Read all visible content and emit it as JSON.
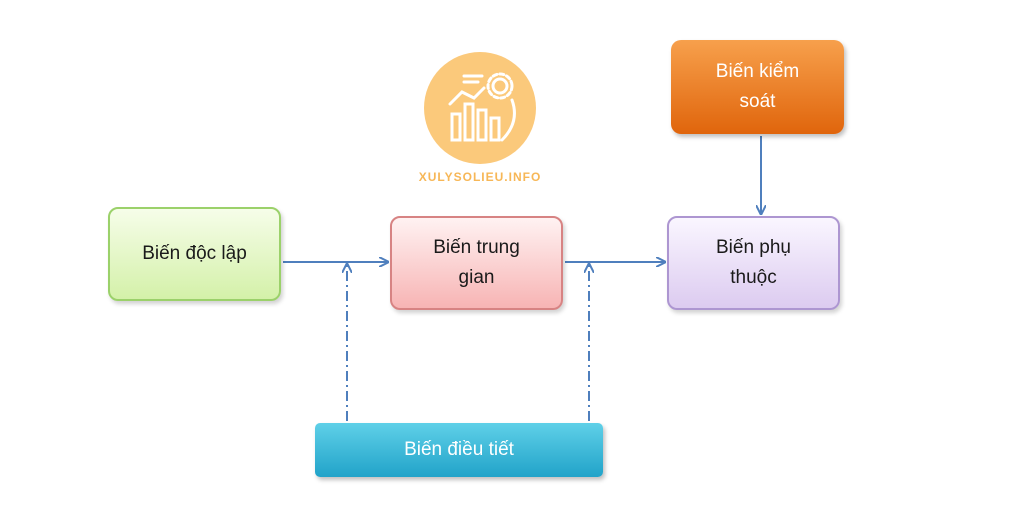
{
  "logo": {
    "text": "XULYSOLIEU.INFO"
  },
  "nodes": {
    "independent": {
      "line1": "Biến độc lập"
    },
    "mediator": {
      "line1": "Biến trung",
      "line2": "gian"
    },
    "dependent": {
      "line1": "Biến phụ",
      "line2": "thuộc"
    },
    "control": {
      "line1": "Biến kiểm",
      "line2": "soát"
    },
    "moderator": {
      "line1": "Biến điều tiết"
    }
  },
  "colors": {
    "arrow": "#4f7fbd",
    "independent": "#d4f1a9",
    "mediator": "#f7b4b4",
    "dependent": "#dccbf0",
    "control": "#e8771c",
    "moderator": "#2fb3d6",
    "logo": "#fbc97b"
  }
}
